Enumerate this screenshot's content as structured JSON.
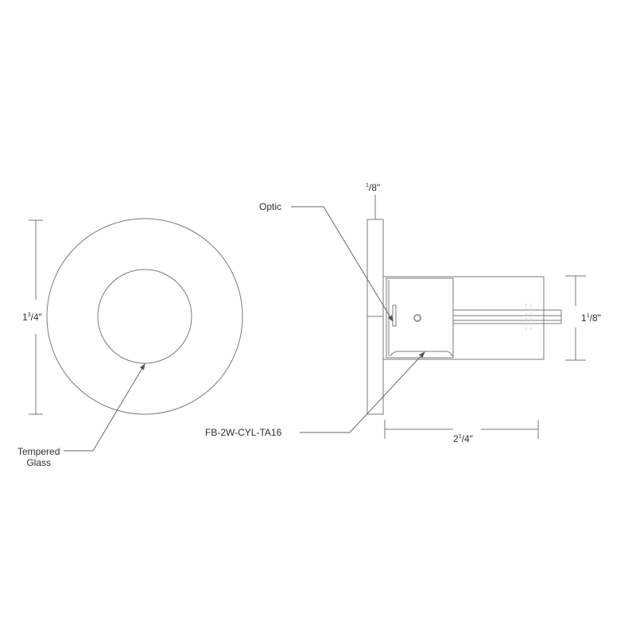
{
  "drawing": {
    "front_view": {
      "height_dimension": {
        "whole": "1",
        "num": "3",
        "den": "4\""
      },
      "callout": {
        "line1": "Tempered",
        "line2": "Glass"
      }
    },
    "side_view": {
      "flange_thickness": {
        "num": "1",
        "den": "8\""
      },
      "body_diameter": {
        "whole": "1",
        "num": "1",
        "den": "8\""
      },
      "length": {
        "whole": "2",
        "num": "1",
        "den": "4\""
      },
      "callouts": {
        "optic": "Optic",
        "model": "FB-2W-CYL-TA16"
      }
    },
    "colors": {
      "line": "#7a7a7a",
      "text": "#2e2e2e",
      "background": "#ffffff"
    }
  }
}
